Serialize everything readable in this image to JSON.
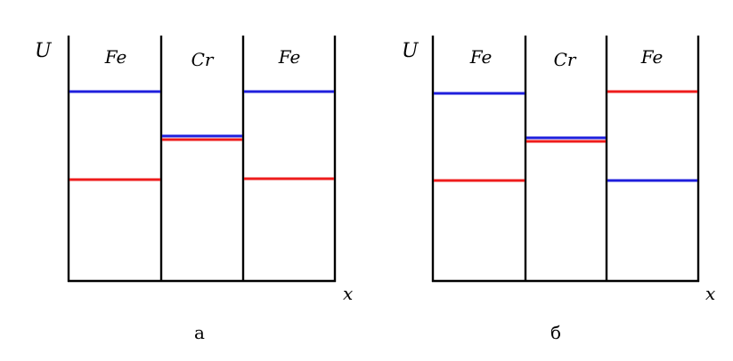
{
  "colors": {
    "blue": "#1f1fdc",
    "red": "#ee1c1c",
    "axis": "#000000"
  },
  "panels": [
    {
      "caption": "а",
      "y_label": "U",
      "x_label": "x",
      "layers": [
        {
          "label": "Fe",
          "levels": [
            {
              "color": "blue",
              "value": 0.89
            },
            {
              "color": "red",
              "value": 0.44
            }
          ]
        },
        {
          "label": "Cr",
          "levels": [
            {
              "color": "blue",
              "value": 0.64
            },
            {
              "color": "red",
              "value": 0.62
            }
          ]
        },
        {
          "label": "Fe",
          "levels": [
            {
              "color": "blue",
              "value": 0.89
            },
            {
              "color": "red",
              "value": 0.44
            }
          ]
        }
      ]
    },
    {
      "caption": "б",
      "y_label": "U",
      "x_label": "x",
      "layers": [
        {
          "label": "Fe",
          "levels": [
            {
              "color": "blue",
              "value": 0.88
            },
            {
              "color": "red",
              "value": 0.44
            }
          ]
        },
        {
          "label": "Cr",
          "levels": [
            {
              "color": "blue",
              "value": 0.63
            },
            {
              "color": "red",
              "value": 0.61
            }
          ]
        },
        {
          "label": "Fe",
          "levels": [
            {
              "color": "red",
              "value": 0.89
            },
            {
              "color": "blue",
              "value": 0.44
            }
          ]
        }
      ]
    }
  ]
}
